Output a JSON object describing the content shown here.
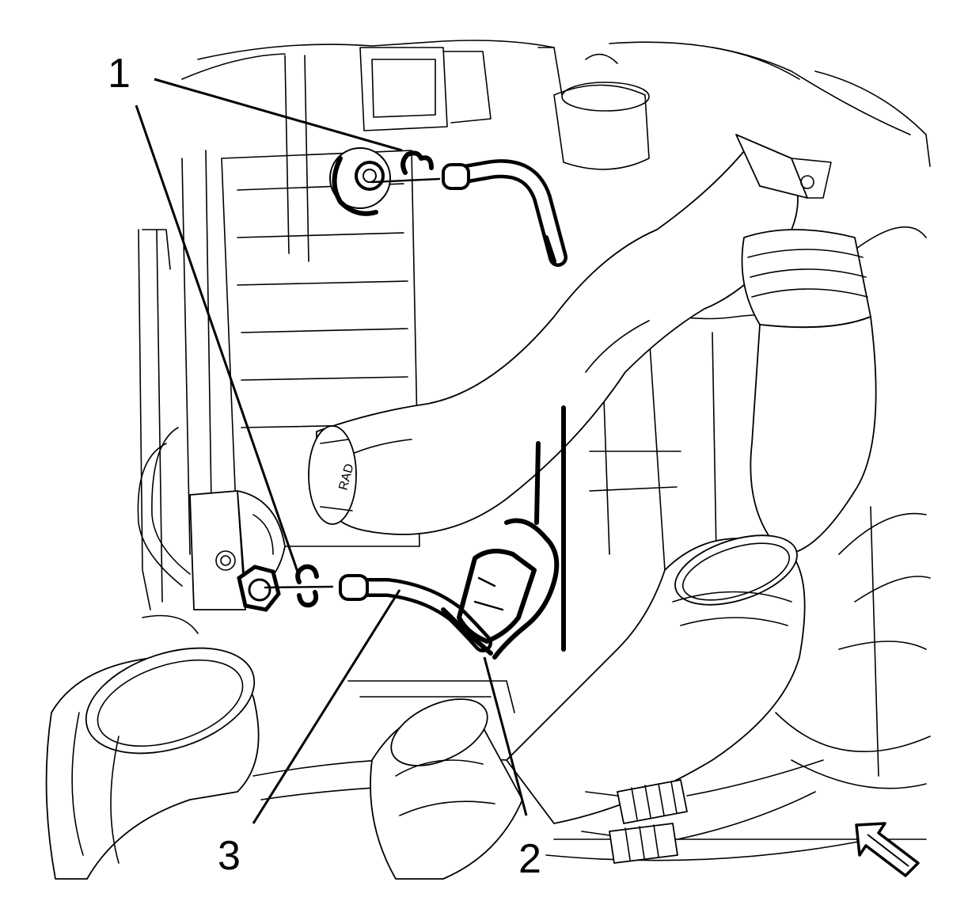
{
  "figure": {
    "callouts": [
      {
        "id": "1",
        "label": "1"
      },
      {
        "id": "2",
        "label": "2"
      },
      {
        "id": "3",
        "label": "3"
      }
    ],
    "hose_marking": "RAD"
  },
  "colors": {
    "line": "#000000",
    "background": "#ffffff"
  },
  "icons": {
    "view_direction": "view-arrow-icon"
  }
}
